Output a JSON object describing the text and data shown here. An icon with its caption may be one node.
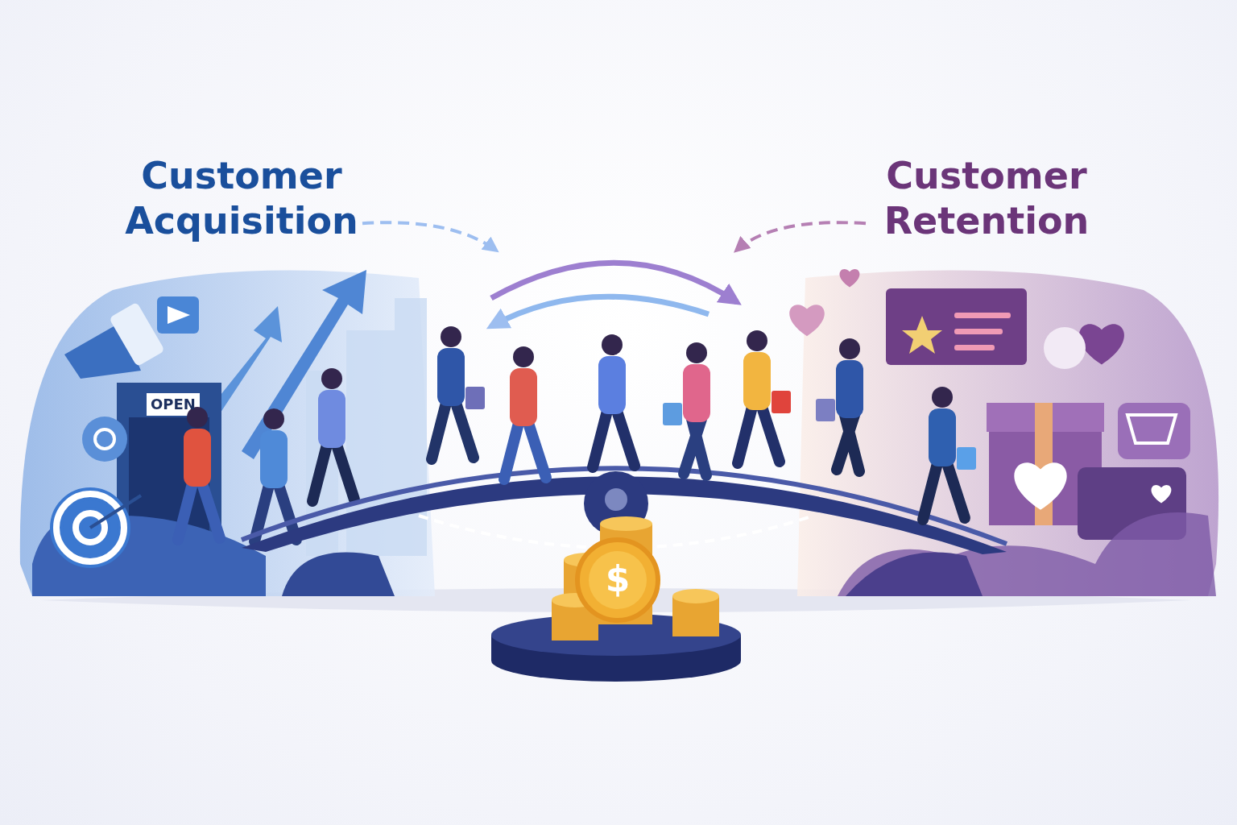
{
  "diagram": {
    "nodes": [
      {
        "text": [
          "Customer Acquisition"
        ]
      },
      {
        "text": [
          "Customer Retention"
        ]
      },
      {
        "text": [],
        "shape": "picture"
      }
    ],
    "edges": [
      {
        "from": 0,
        "to": 2,
        "arrow": "to",
        "style": "dashed",
        "color": "#9dbef0"
      },
      {
        "from": 1,
        "to": 2,
        "arrow": "to",
        "style": "dashed",
        "color": "#b57fb3"
      }
    ],
    "labels": [
      "OPEN",
      "$"
    ]
  }
}
